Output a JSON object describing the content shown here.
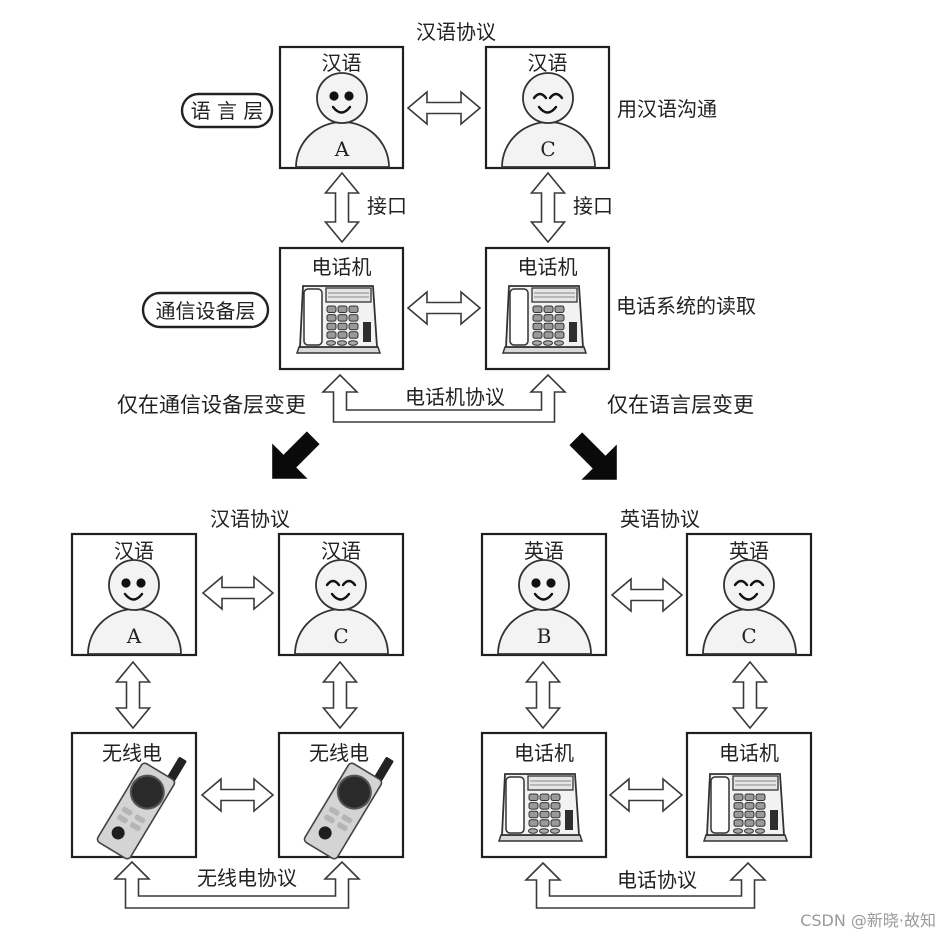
{
  "top": {
    "protocol_label": "汉语协议",
    "layer_labels": {
      "language": "语 言 层",
      "device": "通信设备层"
    },
    "left_person": {
      "language": "汉语",
      "name": "A",
      "expression": "open-eyes"
    },
    "right_person": {
      "language": "汉语",
      "name": "C",
      "expression": "closed-eyes"
    },
    "interface_label_left": "接口",
    "interface_label_right": "接口",
    "left_device": {
      "label": "电话机",
      "icon": "telephone"
    },
    "right_device": {
      "label": "电话机",
      "icon": "telephone"
    },
    "language_note": "用汉语沟通",
    "device_note": "电话系统的读取",
    "device_protocol_label": "电话机协议"
  },
  "branches": {
    "left_caption": "仅在通信设备层变更",
    "right_caption": "仅在语言层变更"
  },
  "bottom_left": {
    "protocol_label": "汉语协议",
    "left_person": {
      "language": "汉语",
      "name": "A",
      "expression": "open-eyes"
    },
    "right_person": {
      "language": "汉语",
      "name": "C",
      "expression": "closed-eyes"
    },
    "left_device": {
      "label": "无线电",
      "icon": "radio"
    },
    "right_device": {
      "label": "无线电",
      "icon": "radio"
    },
    "device_protocol_label": "无线电协议"
  },
  "bottom_right": {
    "protocol_label": "英语协议",
    "left_person": {
      "language": "英语",
      "name": "B",
      "expression": "open-eyes"
    },
    "right_person": {
      "language": "英语",
      "name": "C",
      "expression": "closed-eyes"
    },
    "left_device": {
      "label": "电话机",
      "icon": "telephone"
    },
    "right_device": {
      "label": "电话机",
      "icon": "telephone"
    },
    "device_protocol_label": "电话协议"
  },
  "watermark": "CSDN @新晓·故知"
}
